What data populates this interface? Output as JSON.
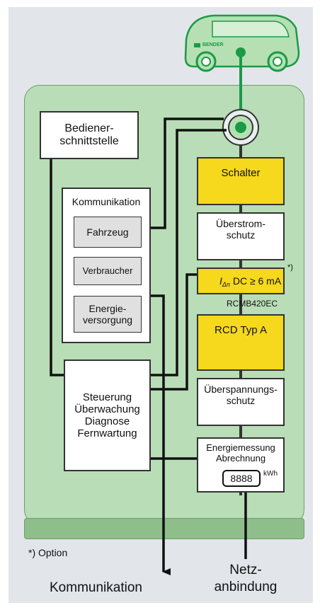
{
  "colors": {
    "background": "#e2e6ea",
    "panel": "#b9ddb7",
    "base": "#8ebf8b",
    "yellow_box": "#f6d81c",
    "car_body": "#b6e0b3",
    "car_accent": "#1b9a47",
    "line": "#111111"
  },
  "car": {
    "brand": "BENDER"
  },
  "left": {
    "user_interface": [
      "Bediener-",
      "schnittstelle"
    ],
    "communication": {
      "title": "Kommunikation",
      "items": [
        {
          "label": [
            "Fahrzeug"
          ]
        },
        {
          "label": [
            "Verbraucher"
          ]
        },
        {
          "label": [
            "Energie-",
            "versorgung"
          ]
        }
      ]
    },
    "control": [
      "Steuerung",
      "Überwachung",
      "Diagnose",
      "Fernwartung"
    ]
  },
  "right": {
    "switch": {
      "label": "Schalter"
    },
    "overcurrent": {
      "label": [
        "Überstrom-",
        "schutz"
      ]
    },
    "rcm": {
      "symbol_main": "I",
      "symbol_sub": "Δn",
      "text": " DC ≥ 6 mA",
      "footnote_mark": "*)",
      "device": "RCMB420EC"
    },
    "rcd": {
      "label": "RCD Typ A"
    },
    "surge": {
      "label": [
        "Überspannungs-",
        "schutz"
      ]
    },
    "metering": {
      "label": [
        "Energiemessung",
        "Abrechnung"
      ],
      "display": "8888",
      "unit": "kWh"
    }
  },
  "footer": {
    "option_note": "*) Option",
    "communication": "Kommunikation",
    "grid": [
      "Netz-",
      "anbindung"
    ]
  }
}
